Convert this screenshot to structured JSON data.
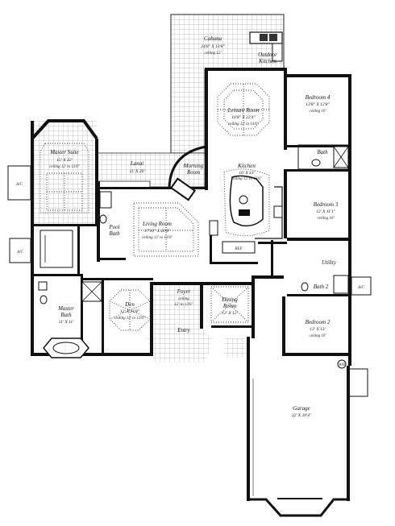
{
  "rooms": {
    "cabana": {
      "name": "Cabana",
      "dim": "24'8\" X 13'8\"",
      "ceiling": "ceiling 12'"
    },
    "outdoor_kitchen": {
      "name_1": "Outdoor",
      "name_2": "Kitchen"
    },
    "leisure_room": {
      "name": "Leisure Room",
      "dim": "16'8\" X 22'4\"",
      "ceiling": "ceiling 12' to 14'6\""
    },
    "bedroom_4": {
      "name": "Bedroom 4",
      "dim": "13'8\" X 12'8\"",
      "ceiling": "ceiling 10'"
    },
    "master_suite": {
      "name": "Master Suite",
      "dim": "15' X 22'",
      "ceiling": "ceiling 12' to 13'6\""
    },
    "lanai": {
      "name": "Lanai",
      "dim": "11' X 20'"
    },
    "morning_room": {
      "name_1": "Morning",
      "name_2": "Room"
    },
    "kitchen": {
      "name": "Kitchen",
      "dim": "16' X 13'",
      "ceiling": "ceiling 12' to 13'6\""
    },
    "bath_top": {
      "name": "Bath"
    },
    "bedroom_3": {
      "name": "Bedroom 3",
      "dim": "12' X 11'1\"",
      "ceiling": "ceiling 10'"
    },
    "pool_bath": {
      "name_1": "Pool",
      "name_2": "Bath"
    },
    "living_room": {
      "name": "Living Room",
      "dim": "17'10\" X 20'8\"",
      "ceiling": "ceiling 12' to 13'6\""
    },
    "utility": {
      "name": "Utility"
    },
    "bath_2": {
      "name": "Bath 2"
    },
    "foyer": {
      "name": "Foyer",
      "ceiling_1": "ceiling",
      "ceiling_2": "12' to 13'6\""
    },
    "master_bath": {
      "name_1": "Master",
      "name_2": "Bath",
      "dim": "11' X 11'"
    },
    "den": {
      "name": "Den",
      "dim": "12' X 11'8\"",
      "ceiling": "ceiling 12' to 13'6\""
    },
    "dining_room": {
      "name_1": "Dining",
      "name_2": "Room",
      "dim": "12' X 12'"
    },
    "bedroom_2": {
      "name": "Bedroom 2",
      "dim": "13' X 13'",
      "ceiling": "ceiling 10'"
    },
    "entry": {
      "name": "Entry"
    },
    "garage": {
      "name": "Garage",
      "dim": "22' X 20'4\""
    }
  },
  "fixtures": {
    "ac_left": "A/C",
    "ac_left2": "A/C",
    "ac_right": "A/C",
    "wh": "WH",
    "ref": "REF"
  }
}
